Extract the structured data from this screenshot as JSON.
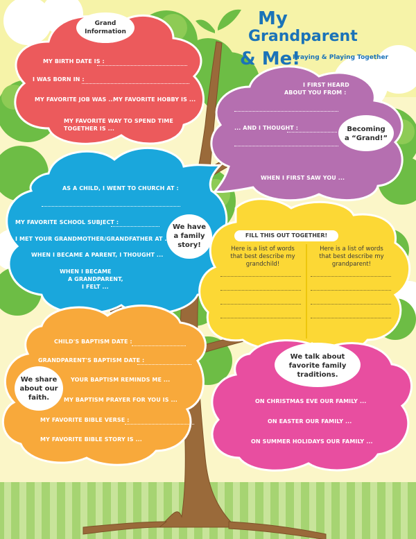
{
  "header": {
    "title_line1": "My",
    "title_line2": "Grandparent",
    "title_line3": "& Me!",
    "subtitle": "Praying & Playing Together"
  },
  "red_cloud": {
    "badge_line1": "Grand",
    "badge_line2": "Information",
    "birth_date": "MY BIRTH DATE IS :",
    "born_in": "I WAS BORN IN :",
    "favorite_job": "MY FAVORITE JOB WAS ...",
    "favorite_hobby": "MY FAVORITE HOBBY IS ...",
    "spend_time_line1": "MY FAVORITE WAY TO SPEND TIME",
    "spend_time_line2": "TOGETHER IS ..."
  },
  "purple_cloud": {
    "first_heard_line1": "I FIRST HEARD",
    "first_heard_line2": "ABOUT YOU FROM :",
    "and_i_thought": "... AND I THOUGHT :",
    "badge_line1": "Becoming",
    "badge_line2": "a “Grand!”",
    "first_saw": "WHEN I FIRST SAW YOU ..."
  },
  "blue_cloud": {
    "church": "AS A CHILD, I WENT TO CHURCH AT :",
    "school_subject": "MY FAVORITE SCHOOL SUBJECT :",
    "met": "I MET YOUR GRANDMOTHER/GRANDFATHER AT ...",
    "parent": "WHEN I BECAME A PARENT, I THOUGHT ...",
    "grandparent_line1": "WHEN I BECAME",
    "grandparent_line2": "A GRANDPARENT,",
    "grandparent_line3": "I FELT ...",
    "badge_line1": "We have",
    "badge_line2": "a family",
    "badge_line3": "story!"
  },
  "yellow_cloud": {
    "header": "FILL THIS OUT TOGETHER!",
    "left_line1": "Here is a list of words",
    "left_line2": "that best describe my",
    "left_line3": "grandchild!",
    "right_line1": "Here is a list of words",
    "right_line2": "that best describe my",
    "right_line3": "grandparent!"
  },
  "orange_cloud": {
    "child_baptism": "CHILD'S BAPTISM DATE :",
    "grandparent_baptism": "GRANDPARENT'S BAPTISM DATE :",
    "reminds": "YOUR BAPTISM REMINDS ME ...",
    "prayer": "MY BAPTISM PRAYER FOR YOU IS ...",
    "verse": "MY FAVORITE BIBLE VERSE :",
    "story": "MY FAVORITE BIBLE STORY IS ...",
    "badge_line1": "We share",
    "badge_line2": "about our",
    "badge_line3": "faith."
  },
  "pink_cloud": {
    "badge_line1": "We talk about",
    "badge_line2": "favorite family",
    "badge_line3": "traditions.",
    "christmas": "ON CHRISTMAS EVE OUR FAMILY ...",
    "easter": "ON EASTER OUR FAMILY ...",
    "summer": "ON SUMMER HOLIDAYS OUR FAMILY ..."
  },
  "colors": {
    "red": "#ec5a5c",
    "purple": "#b56fb0",
    "blue": "#1aa7dc",
    "yellow": "#fcd835",
    "orange": "#f8a93b",
    "pink": "#e84ea0",
    "green_leaves": "#6dbd45",
    "trunk": "#9a6a3a",
    "title_blue": "#1b73b8"
  }
}
